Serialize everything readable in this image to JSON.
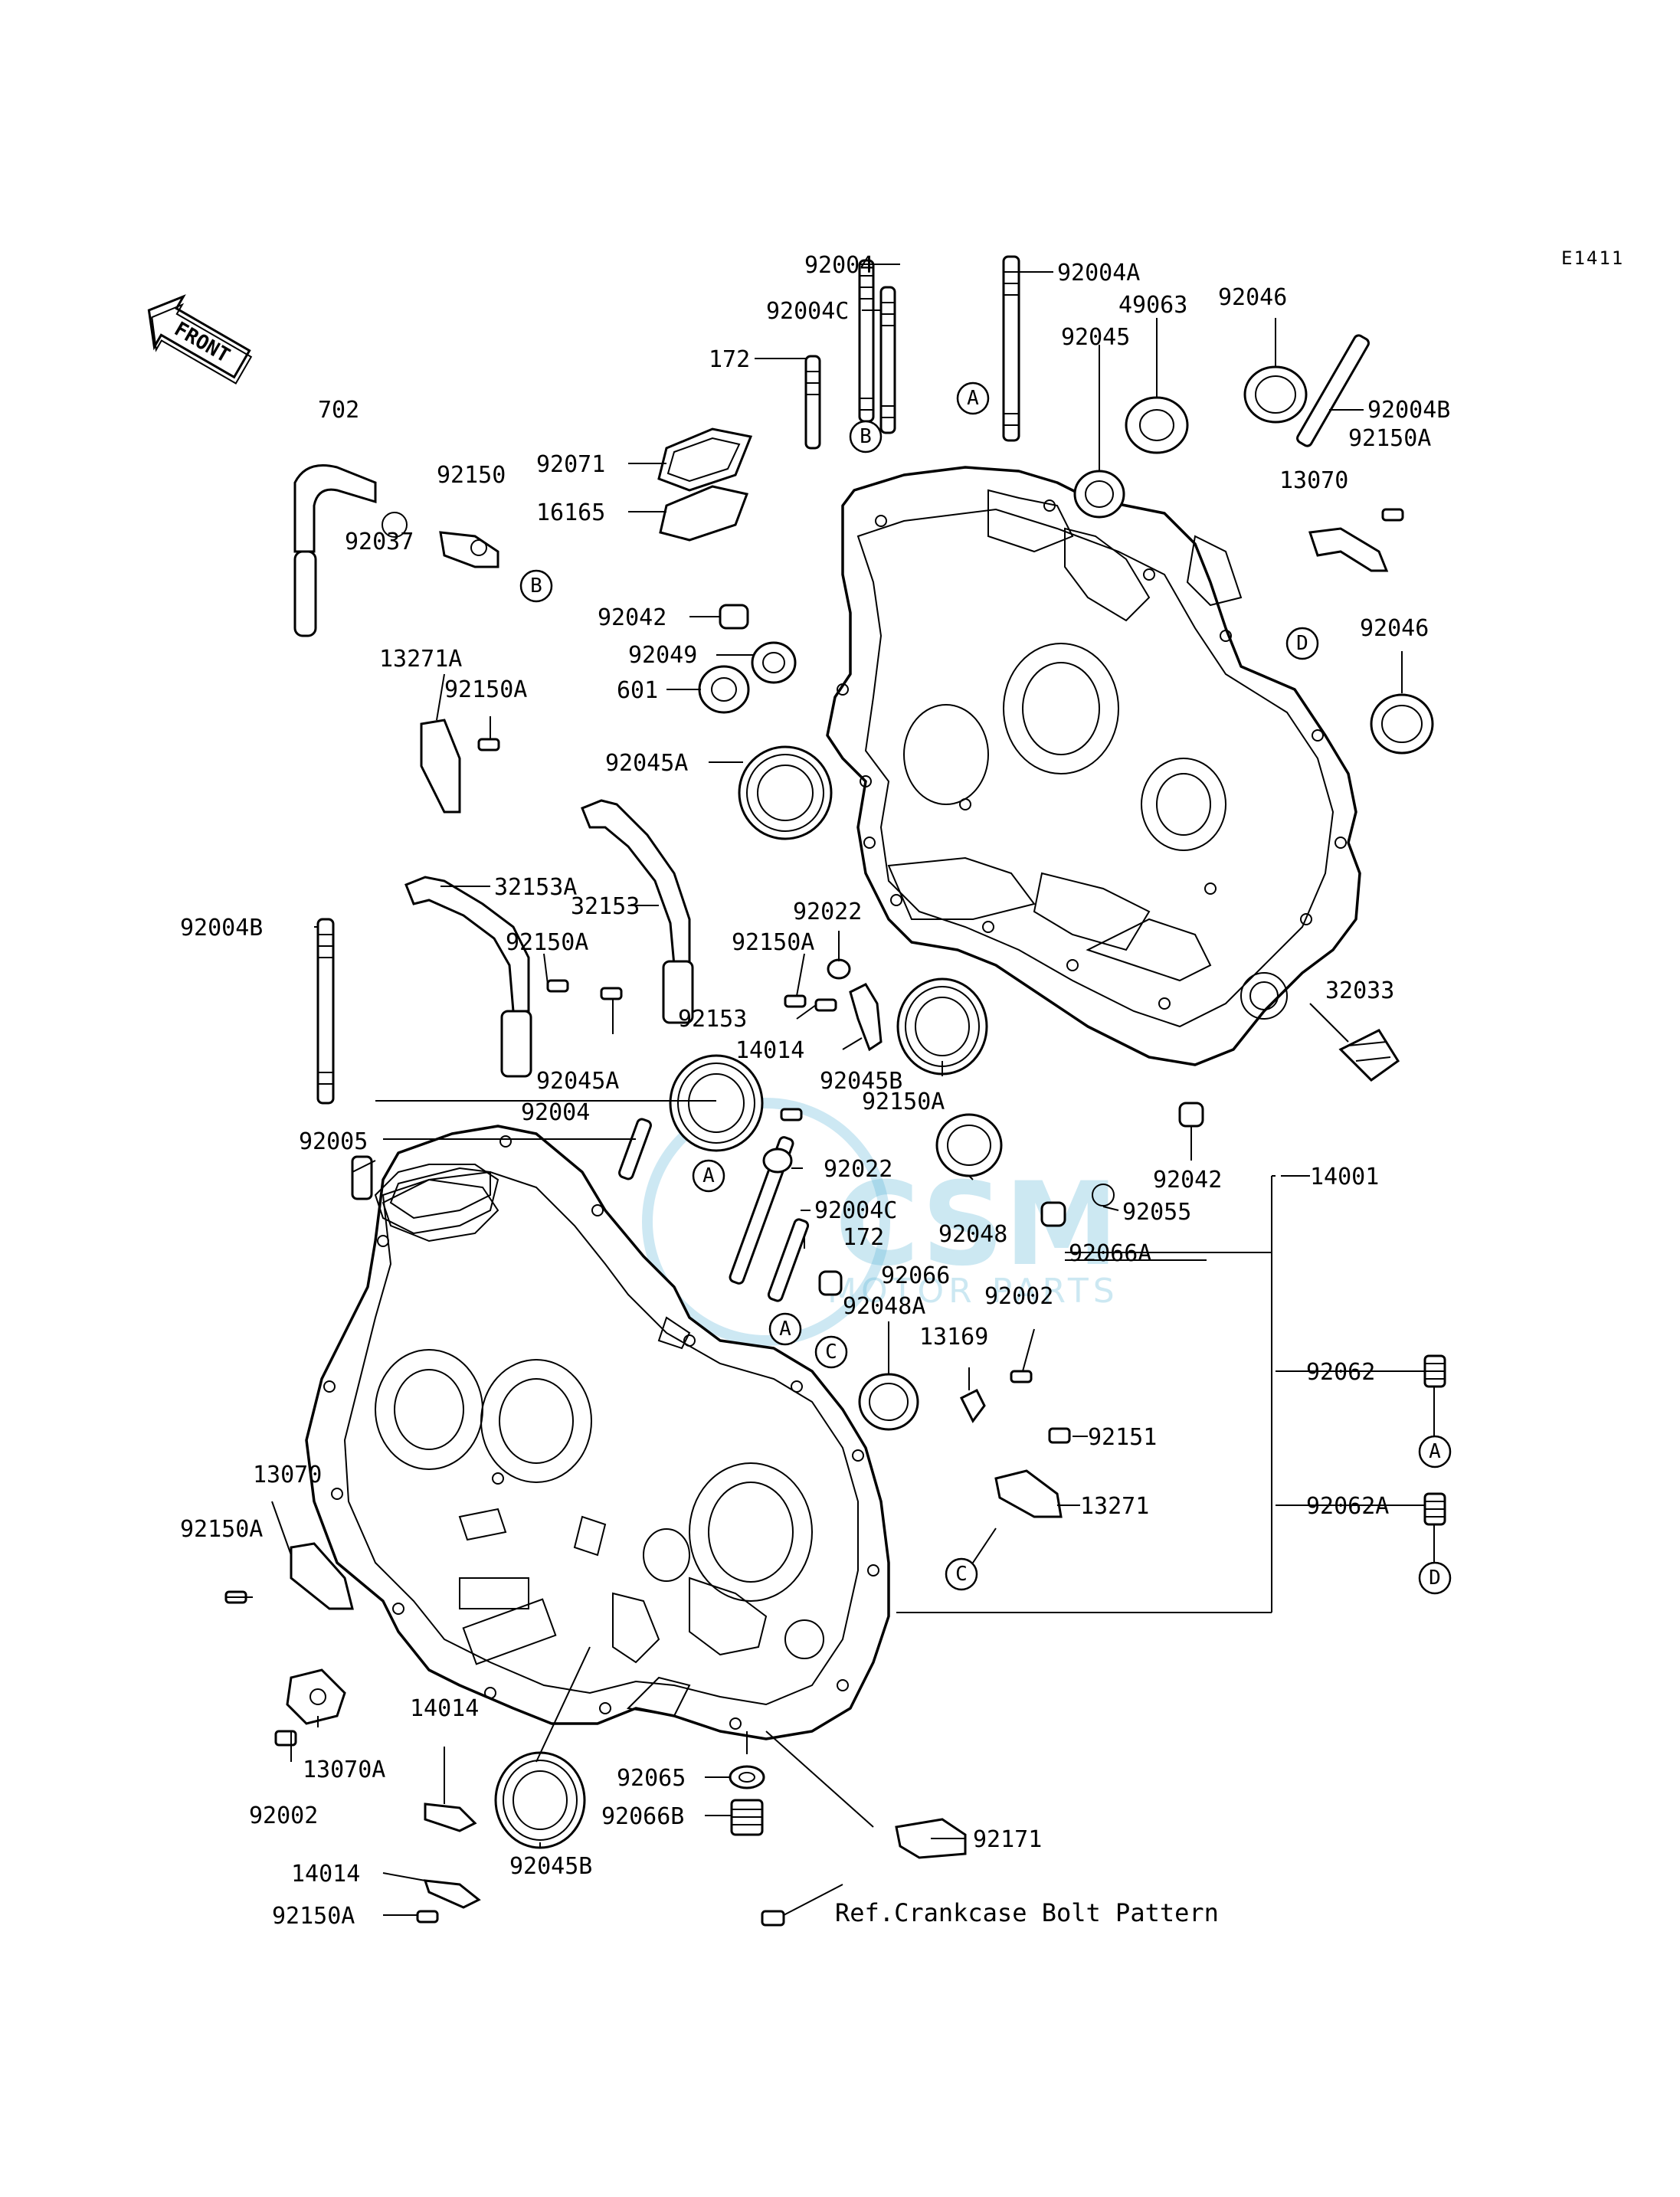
{
  "diagram_code": "E1411",
  "front_arrow": {
    "text": "FRONT",
    "icon": "front-direction-arrow-icon"
  },
  "reference_note": "Ref.Crankcase Bolt Pattern",
  "watermark": {
    "logo_text": "CSM",
    "sub_text": "MOTOR PARTS",
    "color": "#5ab4d6"
  },
  "ref_circles": [
    {
      "letter": "A"
    },
    {
      "letter": "A"
    },
    {
      "letter": "A"
    },
    {
      "letter": "A"
    },
    {
      "letter": "B"
    },
    {
      "letter": "B"
    },
    {
      "letter": "C"
    },
    {
      "letter": "C"
    },
    {
      "letter": "D"
    },
    {
      "letter": "D"
    }
  ],
  "part_labels": [
    {
      "text": "92004"
    },
    {
      "text": "92004A"
    },
    {
      "text": "92004C"
    },
    {
      "text": "172"
    },
    {
      "text": "49063"
    },
    {
      "text": "92046"
    },
    {
      "text": "92045"
    },
    {
      "text": "92004B"
    },
    {
      "text": "702"
    },
    {
      "text": "92150"
    },
    {
      "text": "92071"
    },
    {
      "text": "16165"
    },
    {
      "text": "92150A"
    },
    {
      "text": "13070"
    },
    {
      "text": "92037"
    },
    {
      "text": "92042"
    },
    {
      "text": "92049"
    },
    {
      "text": "601"
    },
    {
      "text": "92046"
    },
    {
      "text": "13271A"
    },
    {
      "text": "92150A"
    },
    {
      "text": "92045A"
    },
    {
      "text": "32153A"
    },
    {
      "text": "32153"
    },
    {
      "text": "92022"
    },
    {
      "text": "92150A"
    },
    {
      "text": "92004B"
    },
    {
      "text": "92153"
    },
    {
      "text": "32033"
    },
    {
      "text": "14014"
    },
    {
      "text": "92150A"
    },
    {
      "text": "92045A"
    },
    {
      "text": "92045B"
    },
    {
      "text": "92150A"
    },
    {
      "text": "92005"
    },
    {
      "text": "92004"
    },
    {
      "text": "92022"
    },
    {
      "text": "92042"
    },
    {
      "text": "14001"
    },
    {
      "text": "92004C"
    },
    {
      "text": "92055"
    },
    {
      "text": "172"
    },
    {
      "text": "92048"
    },
    {
      "text": "92066A"
    },
    {
      "text": "92066"
    },
    {
      "text": "92002"
    },
    {
      "text": "92048A"
    },
    {
      "text": "13169"
    },
    {
      "text": "92062"
    },
    {
      "text": "13070"
    },
    {
      "text": "92151"
    },
    {
      "text": "92150A"
    },
    {
      "text": "13271"
    },
    {
      "text": "92062A"
    },
    {
      "text": "14014"
    },
    {
      "text": "13070A"
    },
    {
      "text": "92065"
    },
    {
      "text": "92002"
    },
    {
      "text": "92066B"
    },
    {
      "text": "92171"
    },
    {
      "text": "14014"
    },
    {
      "text": "92045B"
    },
    {
      "text": "92150A"
    }
  ]
}
